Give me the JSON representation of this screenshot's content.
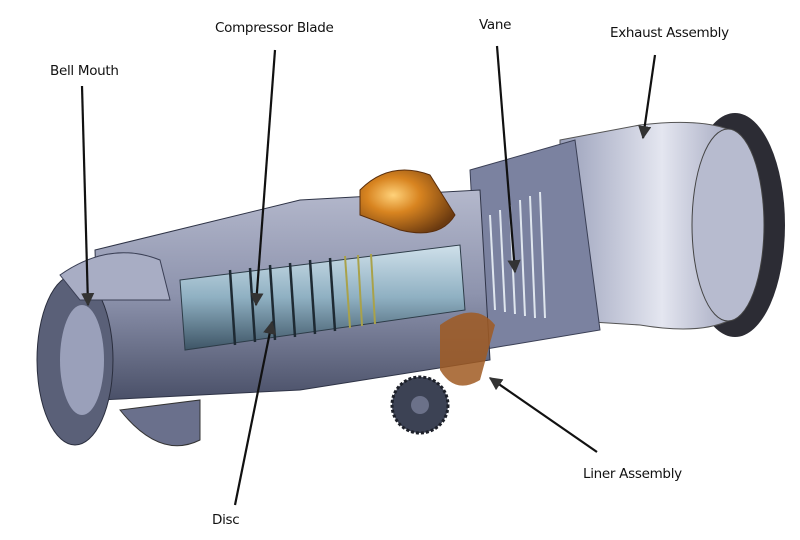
{
  "diagram": {
    "subject": "Gas turbine engine cutaway",
    "labels": [
      {
        "id": "bell-mouth",
        "text": "Bell Mouth"
      },
      {
        "id": "compressor-blade",
        "text": "Compressor Blade"
      },
      {
        "id": "vane",
        "text": "Vane"
      },
      {
        "id": "exhaust-assembly",
        "text": "Exhaust Assembly"
      },
      {
        "id": "liner-assembly",
        "text": "Liner Assembly"
      },
      {
        "id": "disc",
        "text": "Disc"
      }
    ],
    "colors": {
      "body": "#8d93ad",
      "body_dark": "#4a5068",
      "shaft": "#7f9fb0",
      "combustor": "#c8741c",
      "exhaust": "#c9ccdc",
      "rim": "#2c2c34",
      "leader": "#111111"
    }
  }
}
